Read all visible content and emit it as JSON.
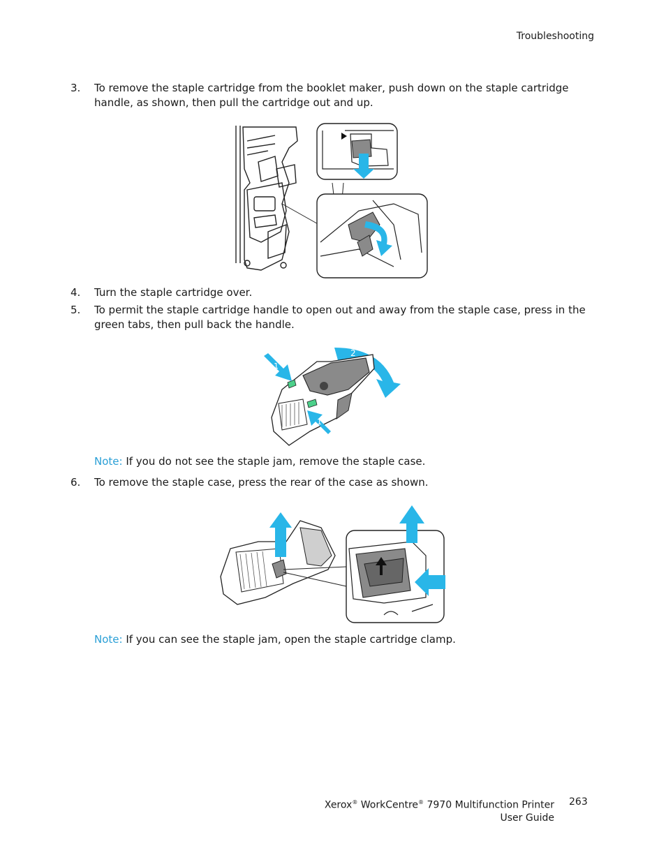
{
  "header": {
    "section": "Troubleshooting"
  },
  "steps": [
    {
      "num": "3.",
      "text": "To remove the staple cartridge from the booklet maker, push down on the staple cartridge handle, as shown, then pull the cartridge out and up."
    },
    {
      "num": "4.",
      "text": "Turn the staple cartridge over."
    },
    {
      "num": "5.",
      "text": "To permit the staple cartridge handle to open out and away from the staple case, press in the green tabs, then pull back the handle."
    },
    {
      "num": "6.",
      "text": "To remove the staple case, press the rear of the case as shown."
    }
  ],
  "notes": [
    {
      "label": "Note:",
      "text": " If you do not see the staple jam, remove the staple case."
    },
    {
      "label": "Note:",
      "text": " If you can see the staple jam, open the staple cartridge clamp."
    }
  ],
  "figure_labels": {
    "step5_arrow_1": "1",
    "step5_arrow_2": "2"
  },
  "colors": {
    "arrow": "#29b6e8",
    "tab": "#4cd08a",
    "note_label": "#2a9fd6",
    "part_gray": "#8a8a8a"
  },
  "footer": {
    "brand": "Xerox",
    "reg": "®",
    "product": "WorkCentre",
    "model": "7970 Multifunction Printer",
    "guide": "User Guide",
    "page": "263"
  }
}
